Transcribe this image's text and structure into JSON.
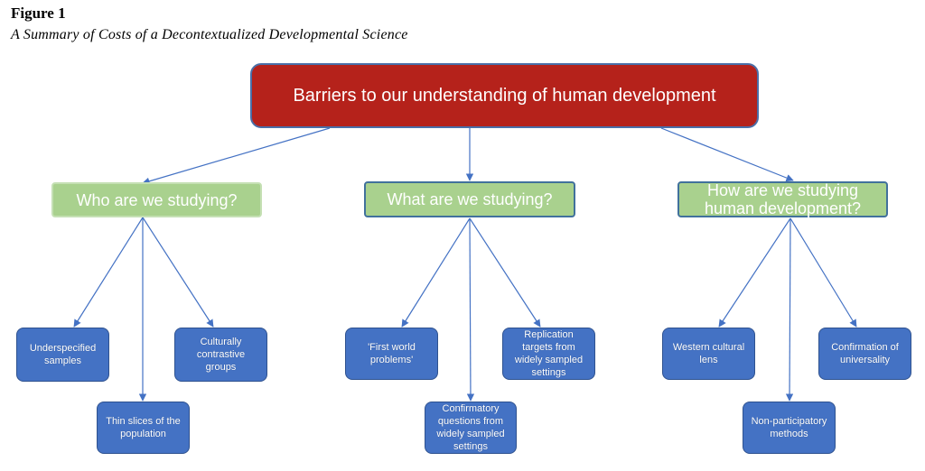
{
  "figure": {
    "label": "Figure 1",
    "caption": "A Summary of Costs of a Decontextualized Developmental Science"
  },
  "root": {
    "text": "Barriers to our understanding of human development"
  },
  "branches": [
    {
      "text": "Who are we studying?",
      "leaves": [
        "Underspecified samples",
        "Thin slices of the population",
        "Culturally contrastive groups"
      ]
    },
    {
      "text": "What are we studying?",
      "leaves": [
        "'First world problems'",
        "Confirmatory questions from widely sampled settings",
        "Replication targets from widely sampled settings"
      ]
    },
    {
      "text": "How are we studying human development?",
      "leaves": [
        "Western cultural lens",
        "Non-participatory methods",
        "Confirmation of universality"
      ]
    }
  ],
  "colors": {
    "root_fill": "#b5221b",
    "branch_fill": "#a9d18e",
    "leaf_fill": "#4472c4",
    "connector": "#4472c4"
  }
}
